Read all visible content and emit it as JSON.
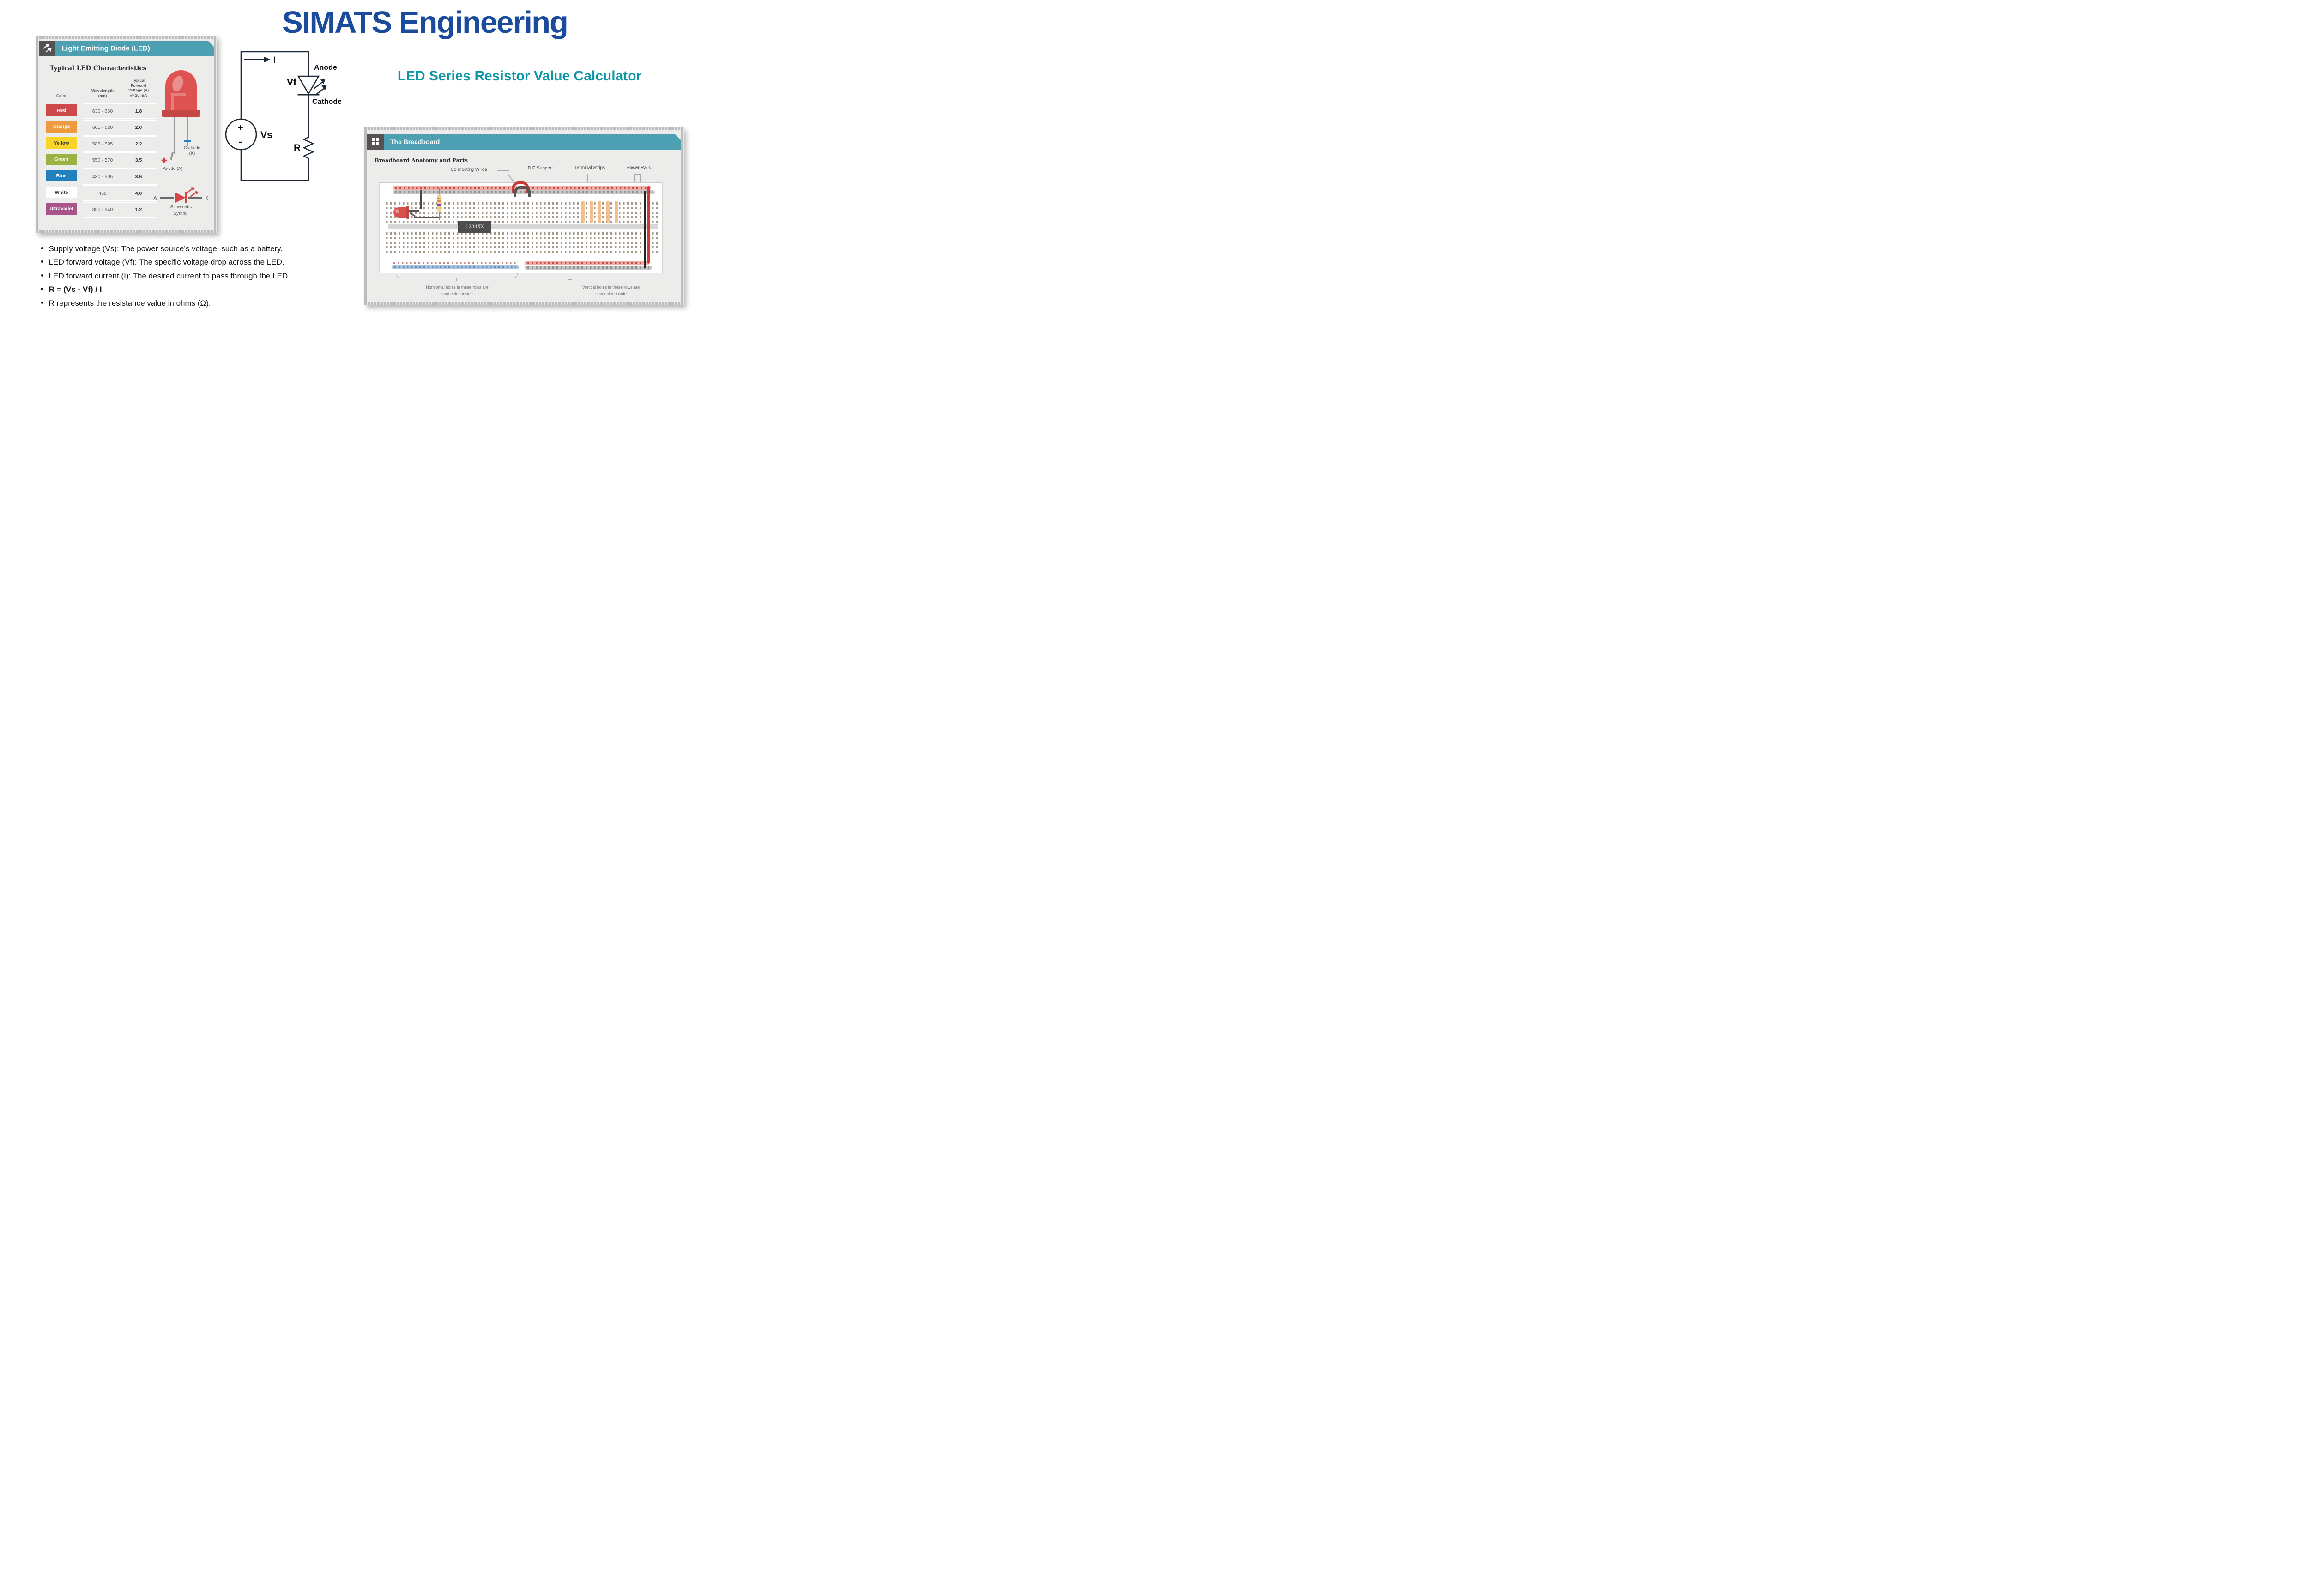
{
  "page": {
    "title": "SIMATS Engineering",
    "subtitle": "LED Series Resistor Value Calculator"
  },
  "colors": {
    "title_blue": "#1A4B9D",
    "subtitle_teal": "#0D96A5",
    "card_header_teal": "#4CA0B2",
    "card_bg": "#ECECEA",
    "circuit_ink": "#1F2A37"
  },
  "led_card": {
    "header": "Light Emitting Diode (LED)",
    "icon": "expand-arrows-icon",
    "section_title": "Typical LED Characteristics",
    "table": {
      "columns": [
        "Color",
        "Wavelength\n(nm)",
        "Typical\nForward\nVoltage (V)\n@ 20 mA"
      ],
      "rows": [
        {
          "color": "Red",
          "swatch": "#CD4A4C",
          "text": "#ffffff",
          "wavelength": "630 - 660",
          "voltage": "1.8"
        },
        {
          "color": "Orange",
          "swatch": "#EE9B3F",
          "text": "#ffffff",
          "wavelength": "605 - 620",
          "voltage": "2.0"
        },
        {
          "color": "Yellow",
          "swatch": "#F8D42A",
          "text": "#3a3a3a",
          "wavelength": "585 - 595",
          "voltage": "2.2"
        },
        {
          "color": "Green",
          "swatch": "#9CB344",
          "text": "#ffffff",
          "wavelength": "550 - 570",
          "voltage": "3.5"
        },
        {
          "color": "Blue",
          "swatch": "#2280BF",
          "text": "#ffffff",
          "wavelength": "430 - 505",
          "voltage": "3.6"
        },
        {
          "color": "White",
          "swatch": "#FFFFFF",
          "text": "#333333",
          "wavelength": "450",
          "voltage": "4.0"
        },
        {
          "color": "Ultraviolet",
          "swatch": "#A8548B",
          "text": "#ffffff",
          "wavelength": "850 - 940",
          "voltage": "1.2"
        }
      ]
    },
    "figure": {
      "cathode_label": "Cathode\n(K)",
      "anode_label": "Anode (A)",
      "anode_letter": "A",
      "cathode_letter": "K",
      "schematic_label": "Schematic\nSymbol"
    }
  },
  "circuit": {
    "current_label": "I",
    "source_label": "Vs",
    "forward_voltage_label": "Vf",
    "resistor_label": "R",
    "anode_label": "Anode",
    "cathode_label": "Cathode",
    "plus": "+",
    "minus": "-"
  },
  "breadboard_card": {
    "header": "The Breadboard",
    "icon": "grid-squares-icon",
    "section_title": "Breadboard Anatomy and Parts",
    "part_labels": [
      "Connecting Wires",
      "DIP Support",
      "Terminal Strips",
      "Power Rails"
    ],
    "chip_label": "1234XX",
    "caption_left": "Horizontal holes in these rows are\nconnected inside",
    "caption_right": "Vertical holes in these rows are\nconnected inside"
  },
  "notes": [
    {
      "text": "Supply voltage (Vs): The power source’s voltage, such as  a battery.",
      "bold": false
    },
    {
      "text": "LED forward voltage (Vf): The specific voltage drop across the LED.",
      "bold": false
    },
    {
      "text": "LED forward current (I): The desired current to pass through the LED.",
      "bold": false
    },
    {
      "text": "R = (Vs - Vf) / I",
      "bold": true
    },
    {
      "text": "R represents the resistance value in ohms (Ω).",
      "bold": false
    }
  ]
}
